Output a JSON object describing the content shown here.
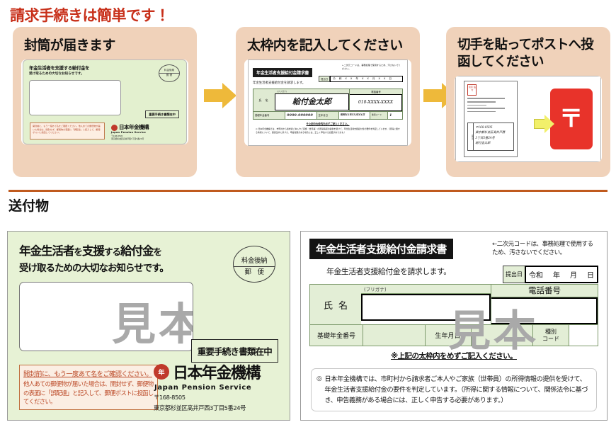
{
  "page": {
    "main_title": "請求手続きは簡単です！",
    "section_title": "送付物",
    "accent_red": "#c8301a",
    "accent_orange": "#c05a1e",
    "card_bg": "#f0d2ba",
    "arrow_color": "#eeb93a",
    "envelope_green": "#e7f2d5",
    "postbox_red": "#e8332a"
  },
  "steps": [
    {
      "heading": "封筒が届きます",
      "icon": "envelope-thumbnail"
    },
    {
      "heading": "太枠内を記入してください",
      "icon": "form-thumbnail"
    },
    {
      "heading": "切手を貼ってポストへ投函してください",
      "icon": "postbox-thumbnail"
    }
  ],
  "arrows": {
    "icon": "arrow-right-icon"
  },
  "envelope_thumb": {
    "title": "年金生活者を支援する給付金を",
    "subtitle": "受け取るための大切なお知らせです。",
    "stamp_line1": "料金後納",
    "stamp_line2": "郵 便",
    "badge": "重要手続き書類在中",
    "warning": "開封前に、もう一度あて名をご確認ください。他人あての郵便物が届いた場合は、開封せず、郵便物の表面に「誤配達」と記入して、郵便ポストに投函してください。",
    "org_jp": "日本年金機構",
    "org_en": "Japan Pension Service",
    "postal": "〒168-8505",
    "address": "東京都杉並区高井戸西3丁目5番24号"
  },
  "form_thumb": {
    "banner": "年金生活者支援給付金請求書",
    "note": "←二次元コードは、事務処理で使用するため、汚さないでください。",
    "claim_line": "年金生活者支援給付金を請求します。",
    "date_label": "提出日",
    "date_value": "令和XX年XX月XX日",
    "furigana": "(フリガナ)",
    "name_label": "氏 名",
    "name_value": "給付金太郎",
    "tel_header": "電話番号",
    "tel_value": "010-XXXX-XXXX",
    "pension_label": "基礎年金番号",
    "pension_value": "9999-999999",
    "birth_label": "生年月日",
    "birth_value": "昭和XX年XX月XX日",
    "type_label": "種別コード",
    "type_value": "1",
    "must_note": "※上記の太枠内を必ずご記入ください。",
    "paragraph": "◎ 日本年金機構では、市町村から請求者ご本人やご家族（世帯員）の所得情報の提供を受けて、年金生活者支援給付金の要件を判定しています。（所得に関する情報について、関係法令に基づき、申告義務がある場合には、正しく申告する必要があります。）"
  },
  "postbox_thumb": {
    "stamp_label": "切手",
    "stamp_label2": "貼付",
    "return_title": "日本年金機構",
    "postal_code": "〒168-8505",
    "addr_label_from": "差出人",
    "addr_label_addr": "住所",
    "addr_label_name": "氏名",
    "address_value": "東京都杉並区高井戸西",
    "address_value2": "3丁目5番24号",
    "name_value": "給付金太郎",
    "postbox_mark": "〒",
    "arrow_icon": "arrow-right-icon"
  },
  "envelope": {
    "title_main1": "年金生活者",
    "title_small1": "を",
    "title_main2": "支援",
    "title_small2": "する",
    "title_main3": "給付金",
    "title_small3": "を",
    "subtitle": "受け取るための大切なお知らせです。",
    "stamp_line1": "料金後納",
    "stamp_line2": "郵　便",
    "watermark": "見本",
    "badge": "重要手続き書類在中",
    "warning_line1": "開封前に、もう一度あて名をご確認ください。",
    "warning_line2": "他人あての郵便物が届いた場合は、開封せず、郵便物の表面に「誤配達」と記入して、郵便ポストに投函してください。",
    "seal_char": "年",
    "org_jp": "日本年金機構",
    "org_en": "Japan Pension Service",
    "postal": "〒168-8505",
    "address": "東京都杉並区高井戸西3丁目5番24号"
  },
  "form": {
    "banner": "年金生活者支援給付金請求書",
    "note": "←二次元コードは、事務処理で使用するため、汚さないでください。",
    "claim_line": "年金生活者支援給付金を請求します。",
    "date_label": "提出日",
    "date_era": "令和",
    "date_year": "年",
    "date_month": "月",
    "date_day": "日",
    "furigana": "(フリガナ)",
    "name_label": "氏名",
    "tel_header": "電話番号",
    "pension_label": "基礎年金番号",
    "birth_label": "生年月日",
    "type_label_l1": "種別",
    "type_label_l2": "コード",
    "must_note": "※上記の太枠内をめずご記入ください。",
    "bullet": "◎",
    "paragraph": "日本年金機構では、市町村から請求者ご本人やご家族（世帯員）の所得情報の提供を受けて、年金生活者支援給付金の要件を判定しています。（所得に関する情報について、関係法令に基づき、申告義務がある場合には、正しく申告する必要があります。）",
    "watermark": "見本"
  }
}
